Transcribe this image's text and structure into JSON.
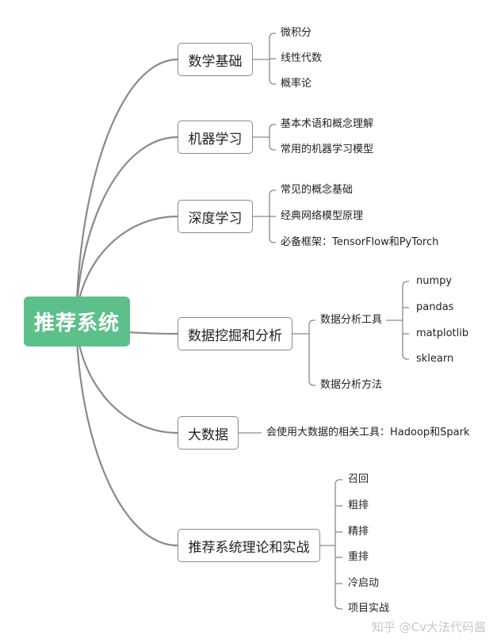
{
  "root": {
    "label": "推荐系统"
  },
  "branches": [
    {
      "label": "数学基础",
      "items": [
        "微积分",
        "线性代数",
        "概率论"
      ]
    },
    {
      "label": "机器学习",
      "items": [
        "基本术语和概念理解",
        "常用的机器学习模型"
      ]
    },
    {
      "label": "深度学习",
      "items": [
        "常见的概念基础",
        "经典网络模型原理",
        "必备框架：TensorFlow和PyTorch"
      ]
    },
    {
      "label": "数据挖掘和分析",
      "items": [
        "数据分析工具",
        "数据分析方法"
      ],
      "sub_items": [
        "numpy",
        "pandas",
        "matplotlib",
        "sklearn"
      ]
    },
    {
      "label": "大数据",
      "items": [
        "会使用大数据的相关工具：Hadoop和Spark"
      ]
    },
    {
      "label": "推荐系统理论和实战",
      "items": [
        "召回",
        "粗排",
        "精排",
        "重排",
        "冷启动",
        "项目实战"
      ]
    }
  ],
  "watermark": "知乎 @Cv大法代码酱",
  "colors": {
    "root": "#5cc08a",
    "line": "#8a8a8a",
    "text": "#222222"
  }
}
